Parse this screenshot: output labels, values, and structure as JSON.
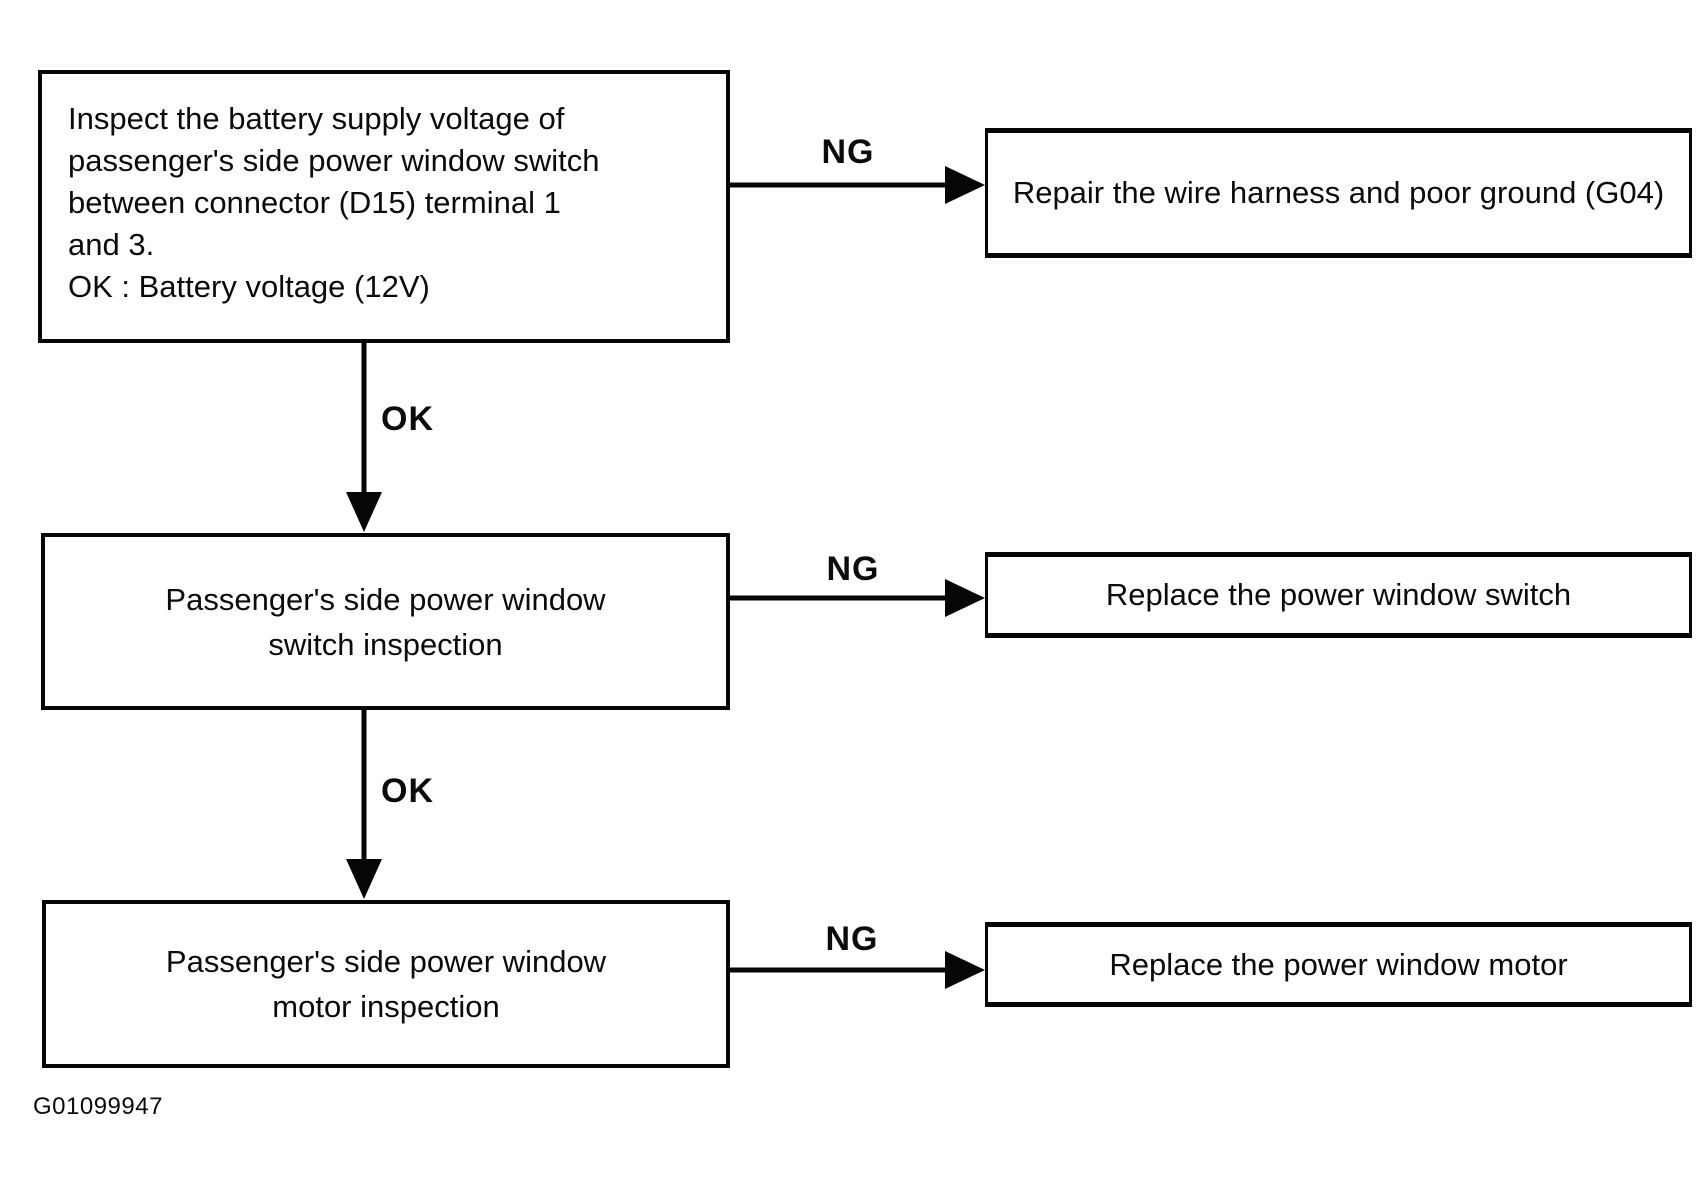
{
  "diagram": {
    "figure_code": "G01099947",
    "labels": {
      "ok": "OK",
      "ng": "NG"
    },
    "nodes": {
      "step1": "Inspect the battery supply voltage of\npassenger's side power window switch\nbetween connector (D15) terminal 1\nand 3.\nOK : Battery voltage (12V)",
      "step2": "Passenger's side power window\nswitch inspection",
      "step3": "Passenger's side power window\nmotor inspection",
      "action1": "Repair the wire harness and\npoor ground (G04)",
      "action2": "Replace the power window switch",
      "action3": "Replace the power window motor"
    }
  }
}
